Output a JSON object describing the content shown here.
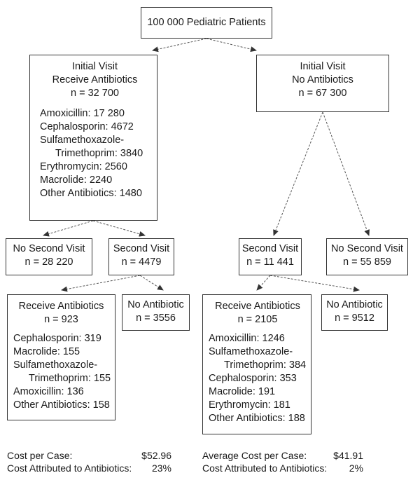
{
  "root": {
    "label": "100 000 Pediatric Patients"
  },
  "initial_abx": {
    "title1": "Initial Visit",
    "title2": "Receive Antibiotics",
    "n": "n = 32 700",
    "items": [
      "Amoxicillin: 17 280",
      "Cephalosporin: 4672",
      "Sulfamethoxazole-",
      "Trimethoprim: 3840",
      "Erythromycin: 2560",
      "Macrolide: 2240",
      "Other Antibiotics: 1480"
    ]
  },
  "initial_noabx": {
    "title1": "Initial Visit",
    "title2": "No Antibiotics",
    "n": "n = 67 300"
  },
  "left_no_second": {
    "title": "No Second Visit",
    "n": "n = 28 220"
  },
  "left_second": {
    "title": "Second Visit",
    "n": "n = 4479"
  },
  "right_second": {
    "title": "Second Visit",
    "n": "n = 11 441"
  },
  "right_no_second": {
    "title": "No Second Visit",
    "n": "n = 55 859"
  },
  "left_recv": {
    "title": "Receive Antibiotics",
    "n": "n = 923",
    "items": [
      "Cephalosporin: 319",
      "Macrolide: 155",
      "Sulfamethoxazole-",
      "Trimethoprim: 155",
      "Amoxicillin: 136",
      "Other Antibiotics: 158"
    ]
  },
  "left_noabx": {
    "title": "No Antibiotic",
    "n": "n = 3556"
  },
  "right_recv": {
    "title": "Receive Antibiotics",
    "n": "n = 2105",
    "items": [
      "Amoxicillin: 1246",
      "Sulfamethoxazole-",
      "Trimethoprim: 384",
      "Cephalosporin: 353",
      "Macrolide: 191",
      "Erythromycin: 181",
      "Other Antibiotics: 188"
    ]
  },
  "right_noabx": {
    "title": "No Antibiotic",
    "n": "n = 9512"
  },
  "cost_left": {
    "label1": "Cost per Case:",
    "value1": "$52.96",
    "label2": "Cost Attributed to Antibiotics:",
    "value2": "23%"
  },
  "cost_right": {
    "label1": "Average Cost per Case:",
    "value1": "$41.91",
    "label2": "Cost Attributed to Antibiotics:",
    "value2": "2%"
  },
  "colors": {
    "line": "#555555",
    "border": "#333333"
  }
}
